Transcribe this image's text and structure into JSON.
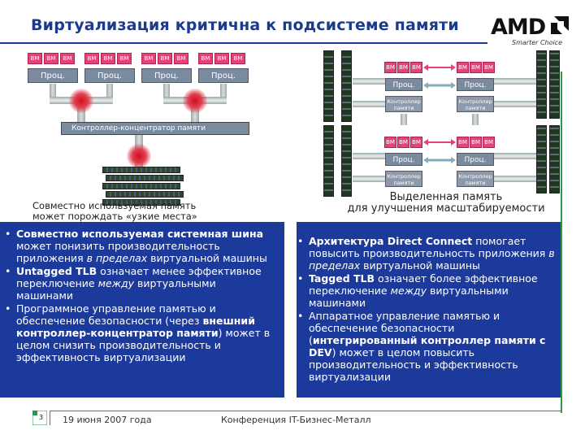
{
  "title": "Виртуализация критична к подсистеме памяти",
  "logo": {
    "brand": "AMD",
    "tagline": "Smarter Choice"
  },
  "left_diagram": {
    "vm_label": "ВМ",
    "proc_label": "Проц.",
    "hub_label": "Контроллер-концентратор памяти",
    "caption_line1": "Совместно используемая память",
    "caption_line2": "может порождать «узкие места»"
  },
  "right_diagram": {
    "vm_label": "ВМ",
    "proc_label": "Проц.",
    "controller_label_1": "Контроллер",
    "controller_label_2": "памяти",
    "caption_line1": "Выделенная память",
    "caption_line2": "для улучшения масштабируемости"
  },
  "left_bullets": [
    {
      "parts": [
        {
          "t": "Совместно используемая системная шина",
          "s": "b"
        },
        {
          "t": " может понизить производительность приложения ",
          "s": ""
        },
        {
          "t": "в пределах",
          "s": "i"
        },
        {
          "t": " виртуальной машины",
          "s": ""
        }
      ]
    },
    {
      "parts": [
        {
          "t": "Untagged TLB",
          "s": "b"
        },
        {
          "t": " означает менее эффективное переключение ",
          "s": ""
        },
        {
          "t": "между",
          "s": "i"
        },
        {
          "t": " виртуальными машинами",
          "s": ""
        }
      ]
    },
    {
      "parts": [
        {
          "t": "Программное управление памятью и обеспечение безопасности (через ",
          "s": ""
        },
        {
          "t": "внешний контроллер-концентратор памяти",
          "s": "b"
        },
        {
          "t": ") может в целом снизить производительность и эффективность виртуализации",
          "s": ""
        }
      ]
    }
  ],
  "right_bullets": [
    {
      "parts": [
        {
          "t": "Архитектура Direct Connect",
          "s": "b"
        },
        {
          "t": " помогает повысить производительность приложения ",
          "s": ""
        },
        {
          "t": "в пределах",
          "s": "i"
        },
        {
          "t": " виртуальной машины",
          "s": ""
        }
      ]
    },
    {
      "parts": [
        {
          "t": "Tagged TLB",
          "s": "b"
        },
        {
          "t": " означает более эффективное переключение ",
          "s": ""
        },
        {
          "t": "между",
          "s": "i"
        },
        {
          "t": " виртуальными машинами",
          "s": ""
        }
      ]
    },
    {
      "parts": [
        {
          "t": "Аппаратное управление памятью и обеспечение безопасности (",
          "s": ""
        },
        {
          "t": "интегрированный контроллер памяти с DEV",
          "s": "b"
        },
        {
          "t": ") может в целом повысить производительность и эффективность виртуализации",
          "s": ""
        }
      ]
    }
  ],
  "footer": {
    "page_number": "3",
    "date": "19 июня 2007 года",
    "conference": "Конференция IT-Бизнес-Металл"
  },
  "colors": {
    "title": "#1c3a8c",
    "panel_blue": "#1c3a9c",
    "vm_pink": "#e0447a",
    "accent_green": "#2a9a4a"
  }
}
